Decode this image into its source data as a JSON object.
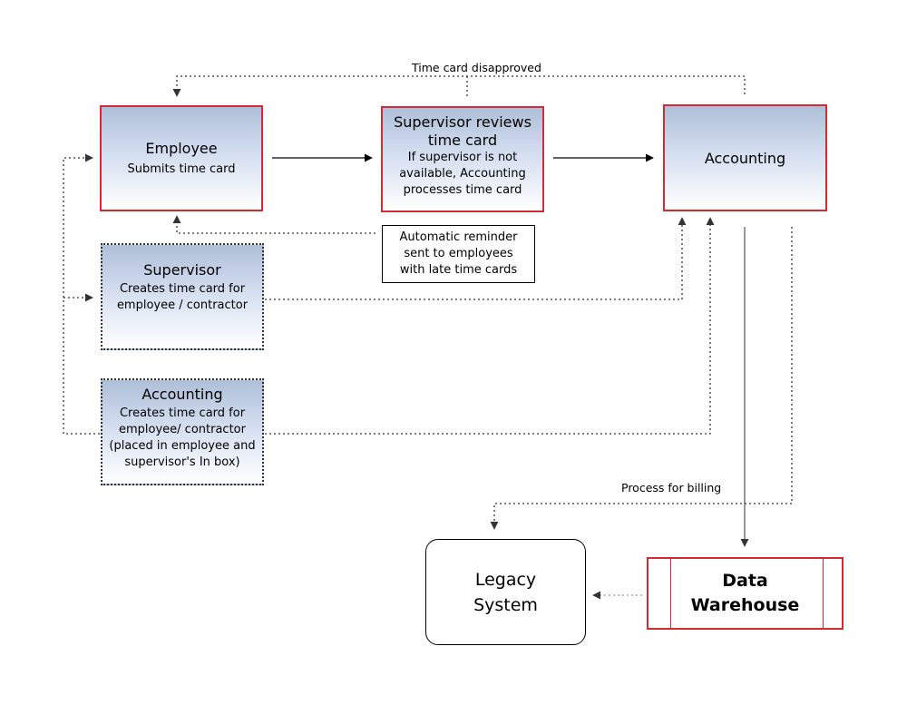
{
  "nodes": {
    "employee": {
      "title": "Employee",
      "sub": "Submits time card"
    },
    "supervisor_review": {
      "title": "Supervisor reviews time card",
      "sub": "If supervisor is not available, Accounting processes time card"
    },
    "accounting": {
      "title": "Accounting"
    },
    "supervisor": {
      "title": "Supervisor",
      "sub": "Creates time card for employee / contractor"
    },
    "accounting_create": {
      "title": "Accounting",
      "sub": "Creates time card for employee/ contractor (placed in employee and supervisor's In box)"
    },
    "reminder": {
      "text": "Automatic reminder sent to employees with late time cards"
    },
    "legacy": {
      "title": "Legacy System"
    },
    "warehouse": {
      "title": "Data Warehouse"
    }
  },
  "edge_labels": {
    "disapproved": "Time card disapproved",
    "billing": "Process for billing"
  },
  "colors": {
    "box_border": "#d32a33",
    "gradient_top": "#aebfd8",
    "line": "#000000"
  }
}
